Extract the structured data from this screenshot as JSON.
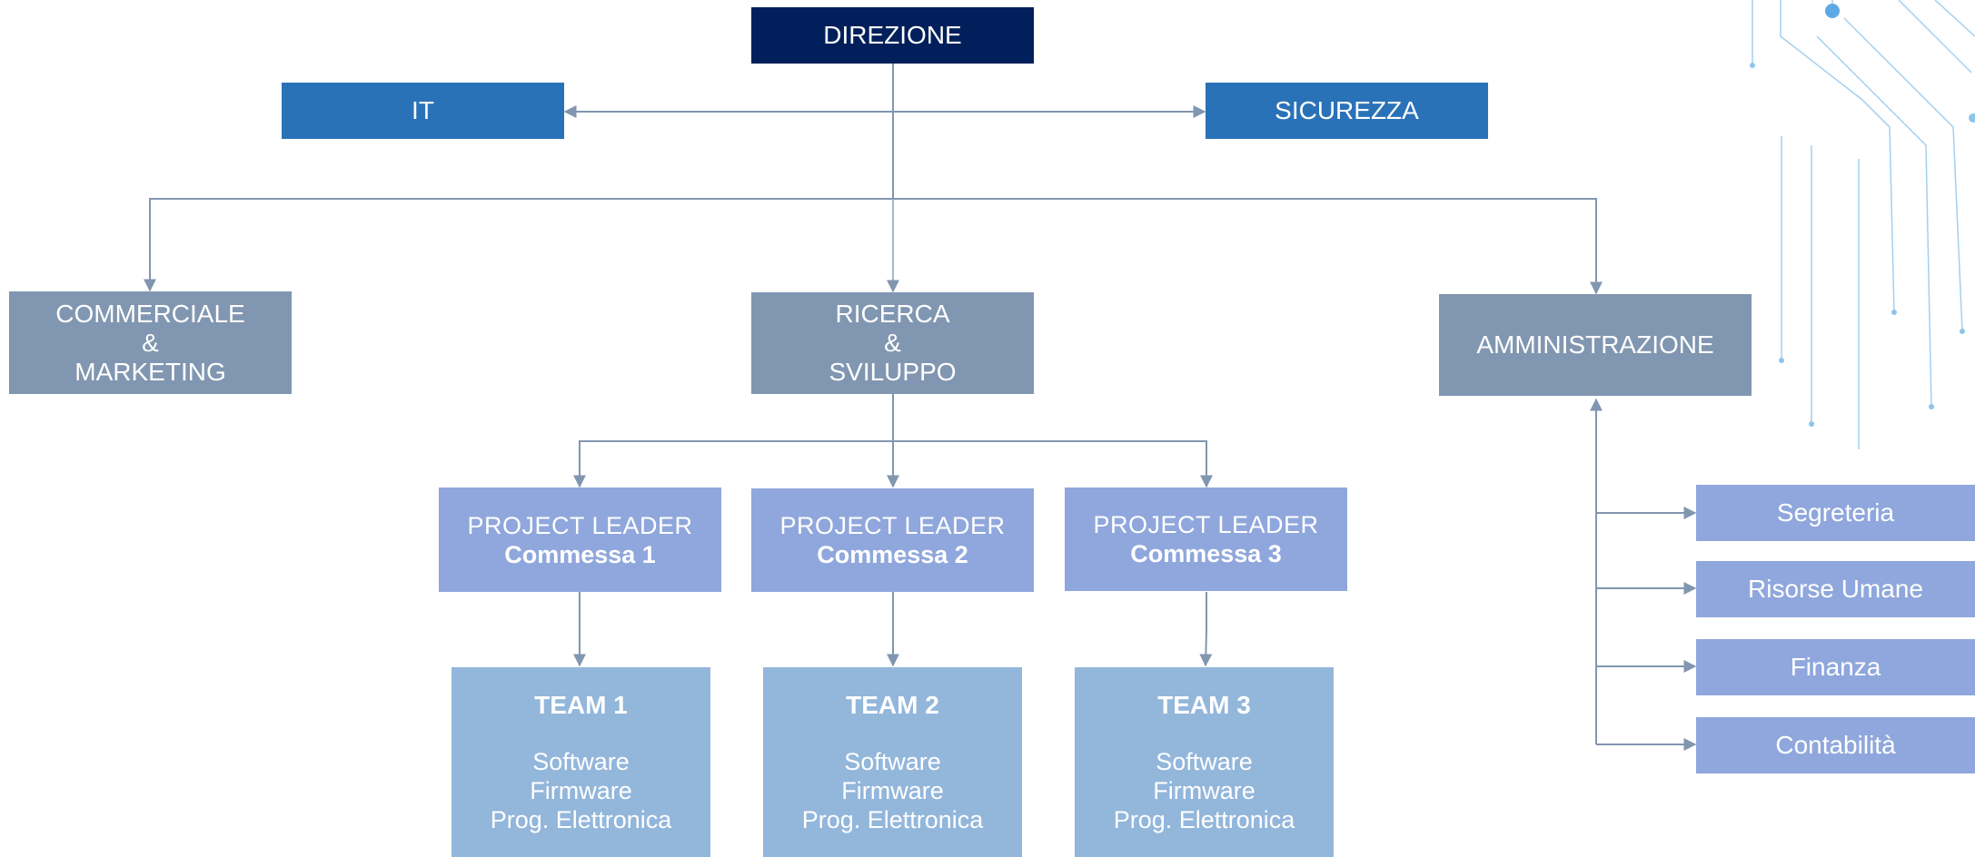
{
  "direzione": "DIREZIONE",
  "it": "IT",
  "sicurezza": "SICUREZZA",
  "commerciale": {
    "line1": "COMMERCIALE",
    "line2": "&",
    "line3": "MARKETING"
  },
  "ricerca": {
    "line1": "RICERCA",
    "line2": "&",
    "line3": "SVILUPPO"
  },
  "amministrazione": "AMMINISTRAZIONE",
  "project_leaders": [
    {
      "title": "PROJECT LEADER",
      "commessa": "Commessa 1"
    },
    {
      "title": "PROJECT LEADER",
      "commessa": "Commessa 2"
    },
    {
      "title": "PROJECT LEADER",
      "commessa": "Commessa 3"
    }
  ],
  "teams": [
    {
      "name": "TEAM 1",
      "items": [
        "Software",
        "Firmware",
        "Prog. Elettronica"
      ]
    },
    {
      "name": "TEAM 2",
      "items": [
        "Software",
        "Firmware",
        "Prog. Elettronica"
      ]
    },
    {
      "name": "TEAM 3",
      "items": [
        "Software",
        "Firmware",
        "Prog. Elettronica"
      ]
    }
  ],
  "admin_units": [
    "Segreteria",
    "Risorse Umane",
    "Finanza",
    "Contabilità"
  ],
  "colors": {
    "direzione": "#011f5b",
    "staff": "#2a72b8",
    "department": "#8196b0",
    "project_leader": "#8fa7dc",
    "team": "#93b6db",
    "connector": "#8196b0",
    "decor": "#8ec4ec"
  }
}
